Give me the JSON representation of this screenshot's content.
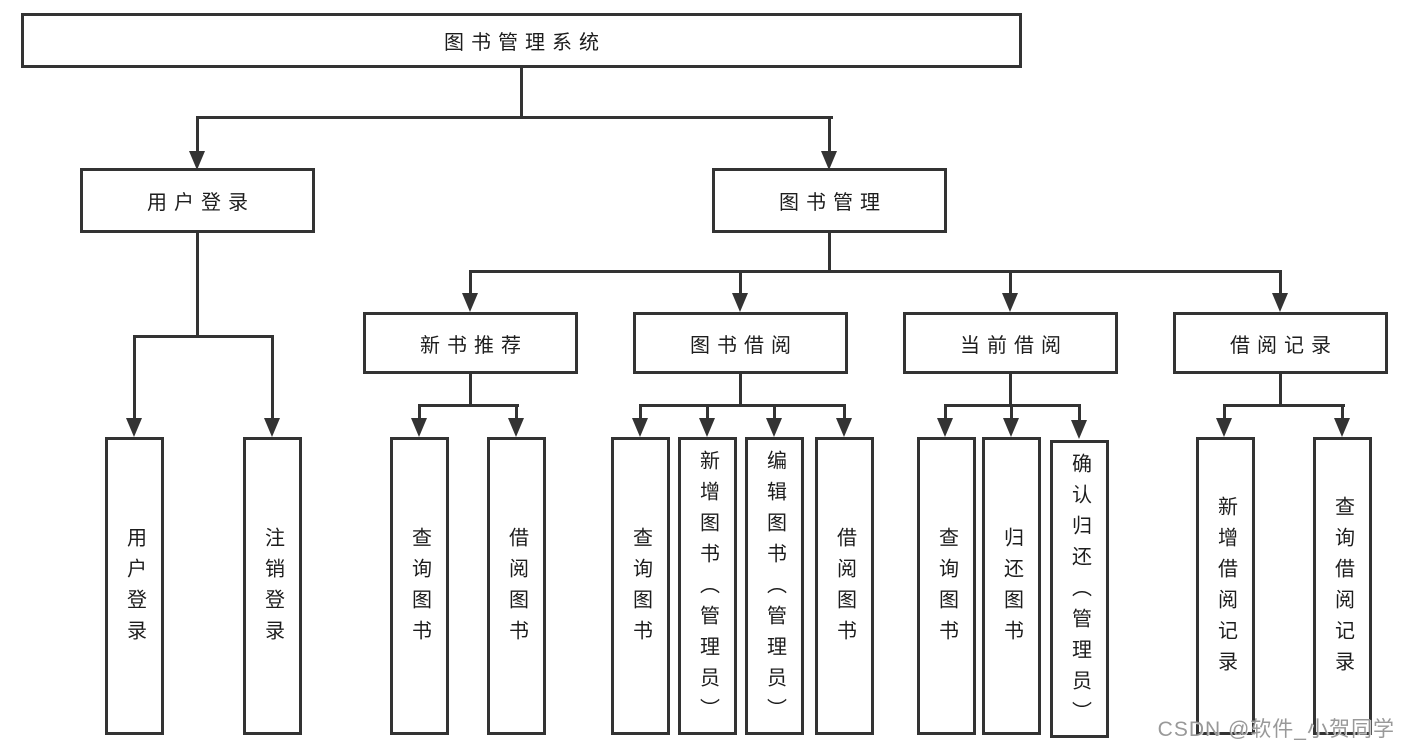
{
  "diagram": {
    "title": "图书管理系统",
    "root": {
      "label": "图书管理系统"
    },
    "level2": [
      {
        "id": "user-login",
        "label": "用户登录"
      },
      {
        "id": "book-management",
        "label": "图书管理"
      }
    ],
    "level3": [
      {
        "id": "new-book-recommend",
        "label": "新书推荐",
        "parent": "book-management"
      },
      {
        "id": "book-borrowing",
        "label": "图书借阅",
        "parent": "book-management"
      },
      {
        "id": "current-borrowing",
        "label": "当前借阅",
        "parent": "book-management"
      },
      {
        "id": "borrow-records",
        "label": "借阅记录",
        "parent": "book-management"
      }
    ],
    "leaves": [
      {
        "id": "user-login-leaf",
        "label": "用户登录",
        "parent": "user-login"
      },
      {
        "id": "logout",
        "label": "注销登录",
        "parent": "user-login"
      },
      {
        "id": "query-books-1",
        "label": "查询图书",
        "parent": "new-book-recommend"
      },
      {
        "id": "borrow-books-1",
        "label": "借阅图书",
        "parent": "new-book-recommend"
      },
      {
        "id": "query-books-2",
        "label": "查询图书",
        "parent": "book-borrowing"
      },
      {
        "id": "add-books-admin",
        "label": "新增图书（管理员）",
        "parent": "book-borrowing"
      },
      {
        "id": "edit-books-admin",
        "label": "编辑图书（管理员）",
        "parent": "book-borrowing"
      },
      {
        "id": "borrow-books-2",
        "label": "借阅图书",
        "parent": "book-borrowing"
      },
      {
        "id": "query-books-3",
        "label": "查询图书",
        "parent": "current-borrowing"
      },
      {
        "id": "return-books",
        "label": "归还图书",
        "parent": "current-borrowing"
      },
      {
        "id": "confirm-return-admin",
        "label": "确认归还（管理员）",
        "parent": "current-borrowing"
      },
      {
        "id": "add-borrow-record",
        "label": "新增借阅记录",
        "parent": "borrow-records"
      },
      {
        "id": "query-borrow-record",
        "label": "查询借阅记录",
        "parent": "borrow-records"
      }
    ]
  },
  "watermark": {
    "text": "CSDN @软件_小贺同学"
  },
  "colors": {
    "line": "#333333",
    "box_border": "#333333",
    "box_background": "#ffffff",
    "text": "#1d1d1d",
    "watermark": "#949494",
    "page_background": "#ffffff"
  }
}
